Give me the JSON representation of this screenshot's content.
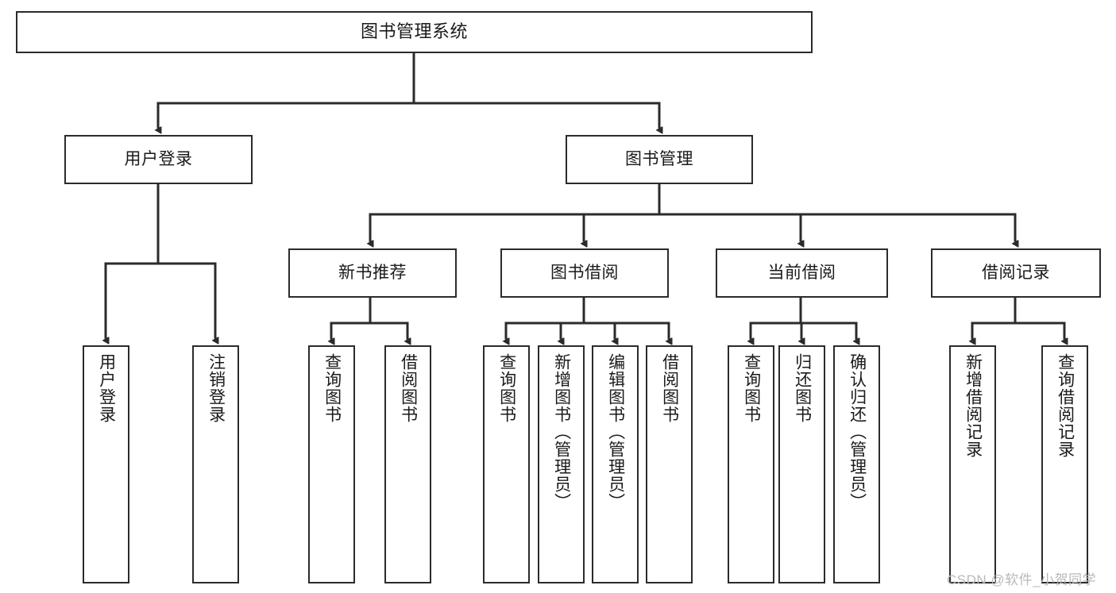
{
  "diagram": {
    "type": "tree-hierarchy-chart",
    "title": "图书管理系统",
    "watermark": "CSDN @软件_小贺同学",
    "colors": {
      "box_border": "#2b2b2b",
      "box_fill": "#ffffff",
      "connector": "#2b2b2b",
      "text": "#1a1a1a",
      "watermark": "#b9b9b9",
      "background": "#ffffff"
    },
    "nodes": {
      "root": {
        "label": "图书管理系统"
      },
      "level2": [
        {
          "label": "用户登录"
        },
        {
          "label": "图书管理"
        }
      ],
      "level3": [
        {
          "label": "新书推荐"
        },
        {
          "label": "图书借阅"
        },
        {
          "label": "当前借阅"
        },
        {
          "label": "借阅记录"
        }
      ],
      "leaves_user_login": [
        {
          "label": "用户登录"
        },
        {
          "label": "注销登录"
        }
      ],
      "leaves_new_book": [
        {
          "label": "查询图书"
        },
        {
          "label": "借阅图书"
        }
      ],
      "leaves_borrow": [
        {
          "label": "查询图书"
        },
        {
          "label": "新增图书（管理员）"
        },
        {
          "label": "编辑图书（管理员）"
        },
        {
          "label": "借阅图书"
        }
      ],
      "leaves_current": [
        {
          "label": "查询图书"
        },
        {
          "label": "归还图书"
        },
        {
          "label": "确认归还（管理员）"
        }
      ],
      "leaves_records": [
        {
          "label": "新增借阅记录"
        },
        {
          "label": "查询借阅记录"
        }
      ]
    }
  }
}
